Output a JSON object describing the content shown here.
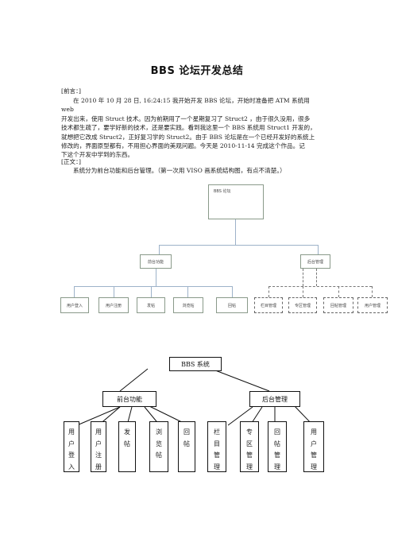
{
  "title": "BBS 论坛开发总结",
  "preface_label": "[前言：]",
  "preface_lines": [
    "在 2010 年 10 月 28 日, 16:24:15  我开始开发 BBS 论坛，开始时准备把 ATM 系统用 web",
    "开发出来，使用 Struct 技术。因为前期用了一个星期复习了 Struct2 ，由于很久没用，很多",
    "技术都生疏了，要学好新的技术，还是要实践。看到我这里一个 BBS 系统用 Struct1 开发的，",
    "就想把它改成 Struct2，正好复习学的 Struct2。由于 BBS 论坛是在一个已经开发好的系统上",
    "修改的，界面原型都有，不用担心界面的美观问题。今天是  2010-11-14  完成这个作品。记",
    "下这个开发中学到的东西。"
  ],
  "body_label": "[正文：]",
  "body_line": "系统分为前台功能和后台管理。（第一次用 VISO 画系统结构图，有点不清楚。）",
  "visio": {
    "root": "BBS 论坛",
    "front": "前台功能",
    "back": "后台管理",
    "front_items": [
      "用户登入",
      "用户注册",
      "发帖",
      "浏览帖",
      "回帖"
    ],
    "back_items": [
      "栏目管理",
      "专区管理",
      "回帖管理",
      "用户管理"
    ]
  },
  "tree": {
    "root": "BBS 系统",
    "front": "前台功能",
    "back": "后台管理",
    "leaves": [
      "用户登入",
      "用户注册",
      "发帖",
      "浏览帖",
      "回帖",
      "栏目管理",
      "专区管理",
      "回帖管理",
      "用户管理"
    ]
  }
}
